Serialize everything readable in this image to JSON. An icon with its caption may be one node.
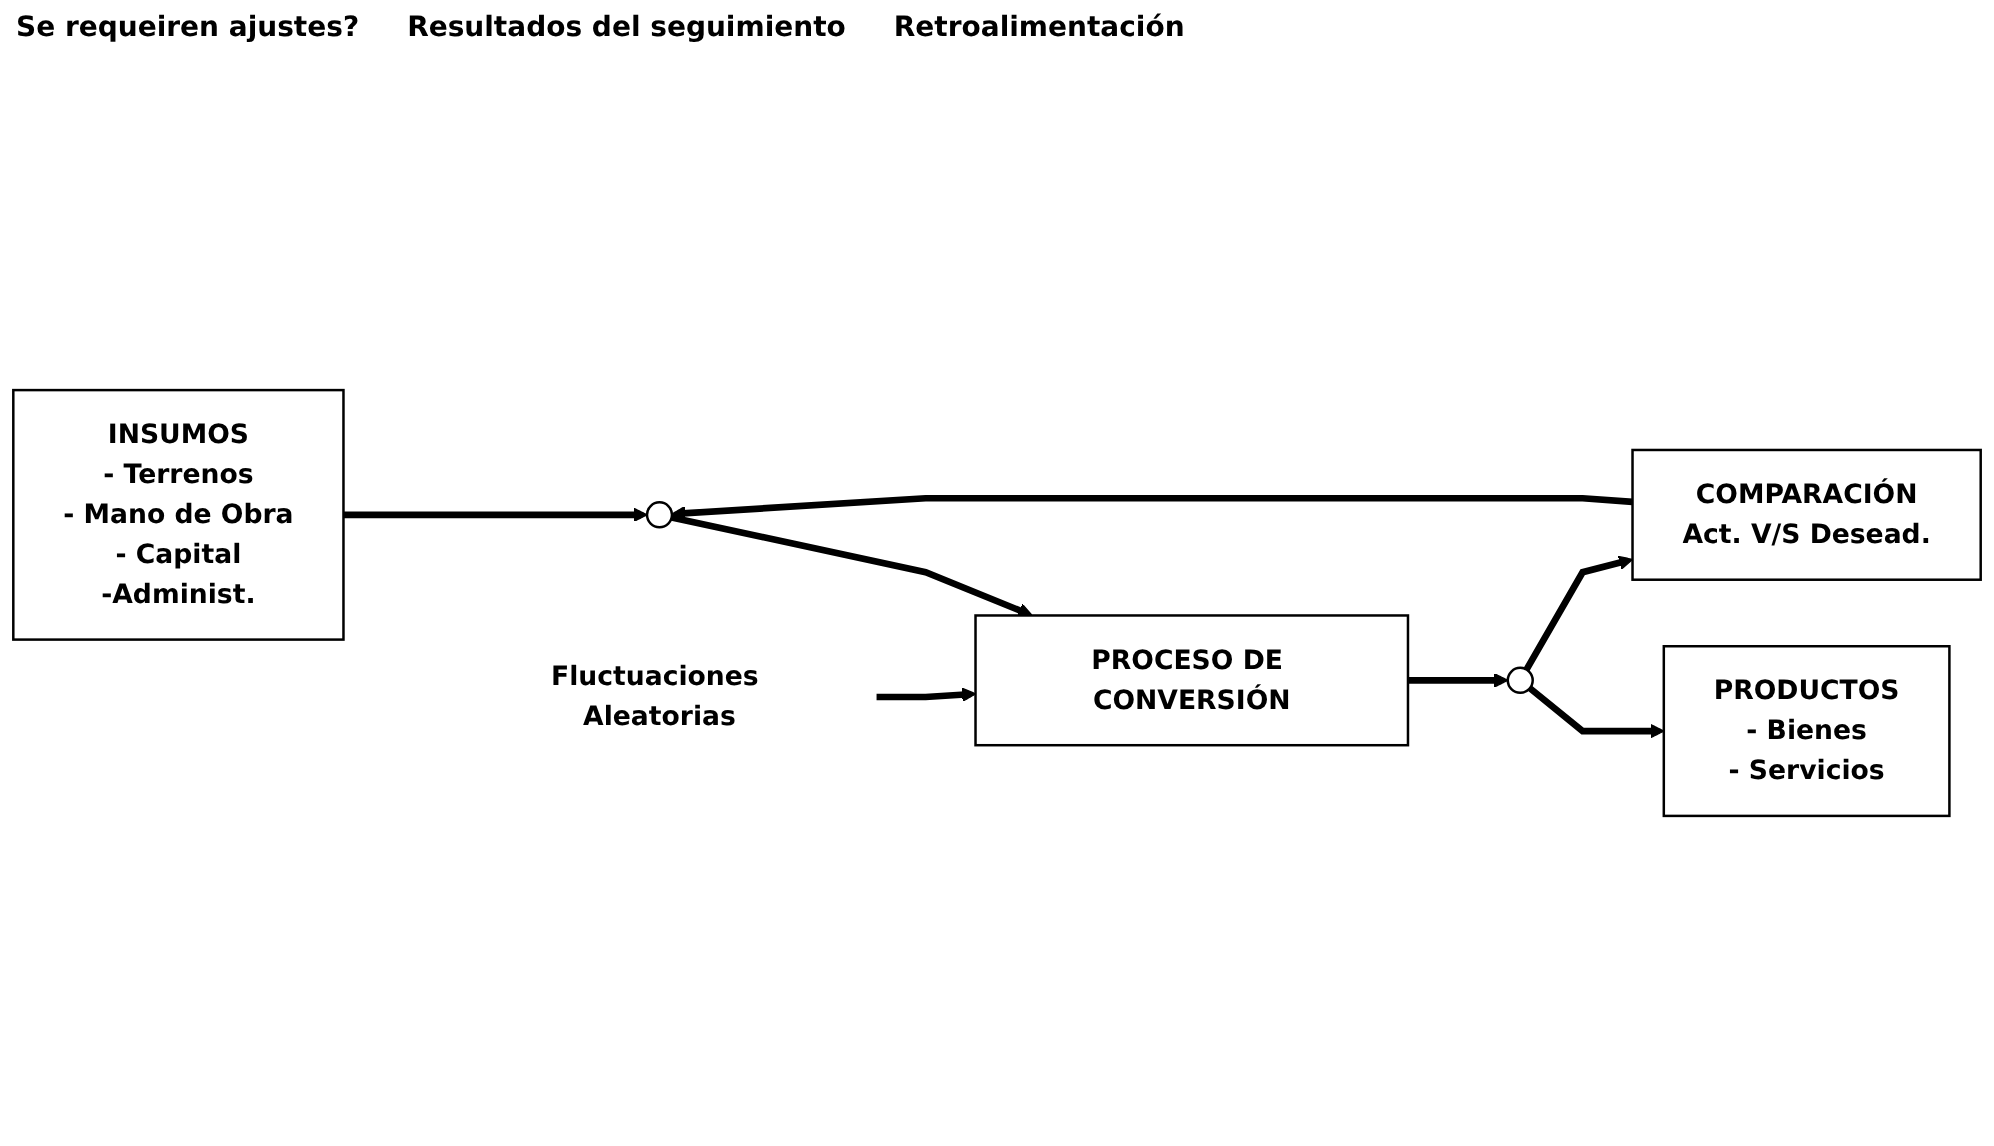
{
  "diagram": {
    "nodes": [
      {
        "text": [
          "INSUMOS",
          "- Terrenos",
          "- Mano de Obra",
          "- Capital",
          "-Administ."
        ]
      },
      {
        "text": [],
        "shape": "circle"
      },
      {
        "text": [
          "PROCESO DE CONVERSIÓN"
        ]
      },
      {
        "text": [],
        "shape": "circle"
      },
      {
        "text": [
          "PRODUCTOS",
          "- Bienes",
          "- Servicios"
        ]
      },
      {
        "text": [
          "COMPARACIÓN",
          "Act. V/S Desead."
        ]
      },
      {
        "text": [
          "Fluctuaciones Aleatorias"
        ]
      }
    ],
    "edges": [
      {
        "from": 0,
        "to": 1,
        "arrow": "to"
      },
      {
        "from": 1,
        "to": 2,
        "arrow": "to"
      },
      {
        "from": 2,
        "to": 3,
        "arrow": "to"
      },
      {
        "from": 3,
        "to": 4,
        "arrow": "to"
      },
      {
        "from": 3,
        "to": 5,
        "arrow": "to"
      },
      {
        "from": 5,
        "to": 1,
        "arrow": "to"
      },
      {
        "from": 6,
        "to": 2,
        "arrow": "to"
      }
    ],
    "labels": [
      "Se requeiren ajustes?",
      "Resultados del seguimiento",
      "Retroalimentación"
    ]
  }
}
